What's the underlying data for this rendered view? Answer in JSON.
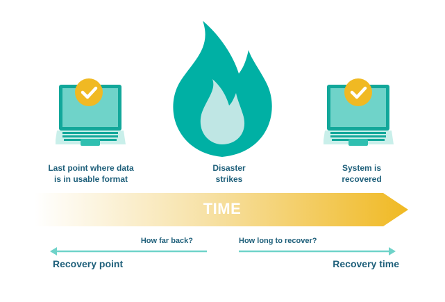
{
  "labels": {
    "left_event": "Last point where data\nis in usable format",
    "middle_event": "Disaster\nstrikes",
    "right_event": "System is\nrecovered"
  },
  "timeline": {
    "label": "TIME",
    "gradient_start": "#ffffff",
    "gradient_end": "#f0b923"
  },
  "left_arrow": {
    "question": "How far back?",
    "title": "Recovery point"
  },
  "right_arrow": {
    "question": "How long to recover?",
    "title": "Recovery time"
  },
  "colors": {
    "teal_dark": "#00a99d",
    "teal_light": "#6fd3c9",
    "text": "#1e5f7a",
    "check_badge": "#f0b923"
  }
}
